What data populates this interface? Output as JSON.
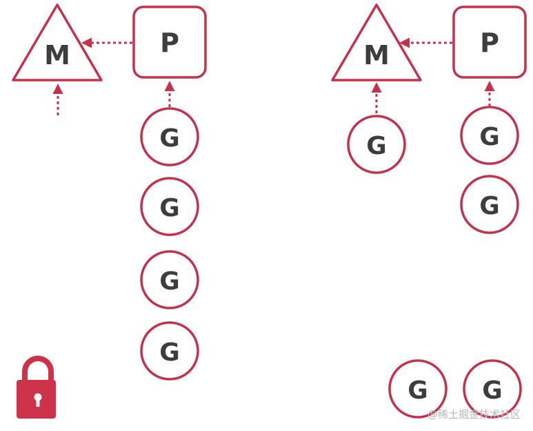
{
  "labels": {
    "m": "M",
    "p": "P",
    "g": "G"
  },
  "colors": {
    "stroke": "#c8304a",
    "text": "#3d3d3d",
    "lock": "#cc3348"
  },
  "icons": {
    "lock": "lock-icon"
  },
  "watermark": "@稀土掘金技术社区"
}
